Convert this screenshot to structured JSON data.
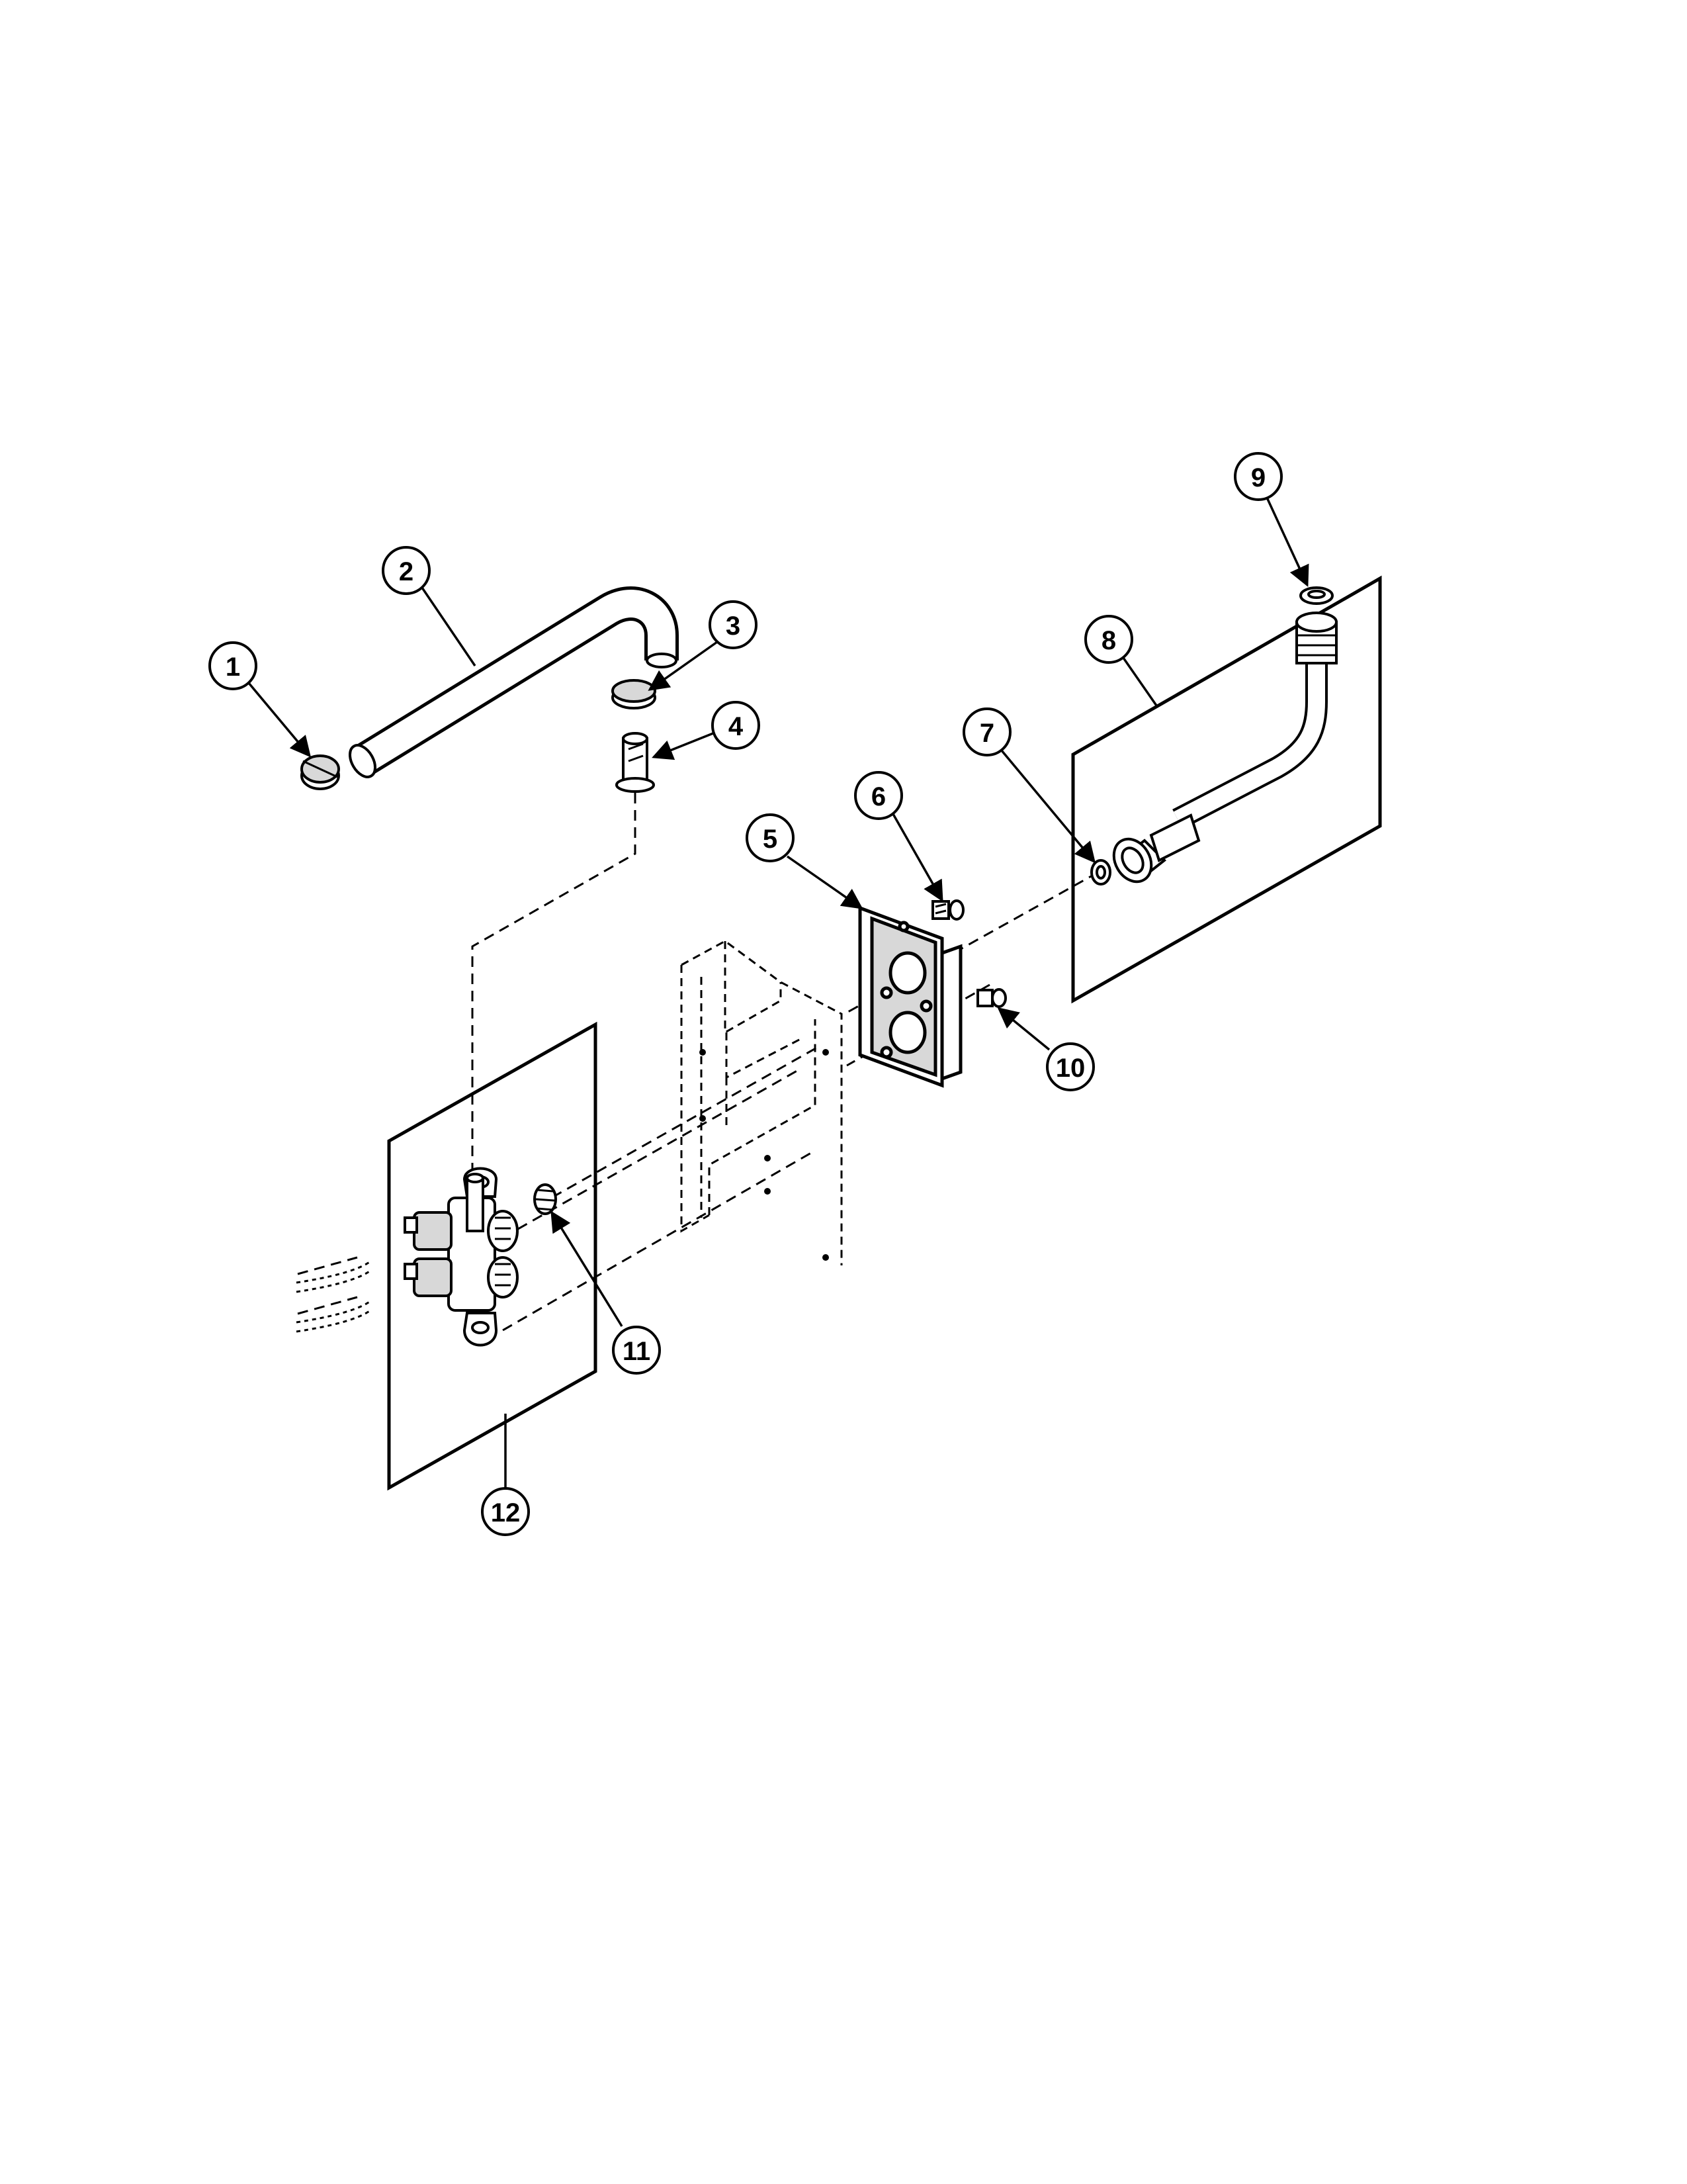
{
  "colors": {
    "ink": "#000000",
    "paper": "#ffffff",
    "part_fill": "#ffffff",
    "part_shade": "#d8d8d8"
  },
  "callouts": [
    {
      "label": "1"
    },
    {
      "label": "2"
    },
    {
      "label": "3"
    },
    {
      "label": "4"
    },
    {
      "label": "5"
    },
    {
      "label": "6"
    },
    {
      "label": "7"
    },
    {
      "label": "8"
    },
    {
      "label": "9"
    },
    {
      "label": "10"
    },
    {
      "label": "11"
    },
    {
      "label": "12"
    }
  ]
}
